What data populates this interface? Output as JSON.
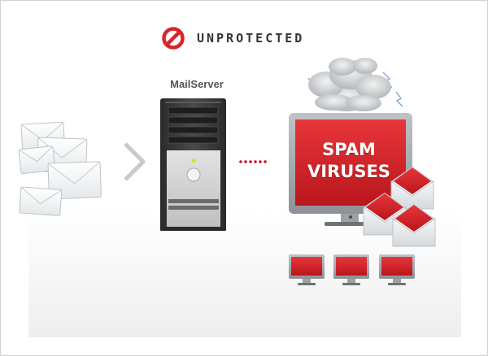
{
  "status": {
    "label": "UNPROTECTED",
    "icon": "prohibited-icon",
    "color": "#d9252a"
  },
  "server": {
    "label": "MailServer"
  },
  "monitor": {
    "lines": [
      "SPAM",
      "VIRUSES"
    ]
  },
  "colors": {
    "threat_red": "#d9252a",
    "server_dark": "#3a3a3a",
    "envelope": "#f4f6f7",
    "connector_dots": "#c8102e"
  },
  "incoming_envelope_count": 5,
  "infected_envelope_count": 3,
  "client_monitor_count": 3
}
